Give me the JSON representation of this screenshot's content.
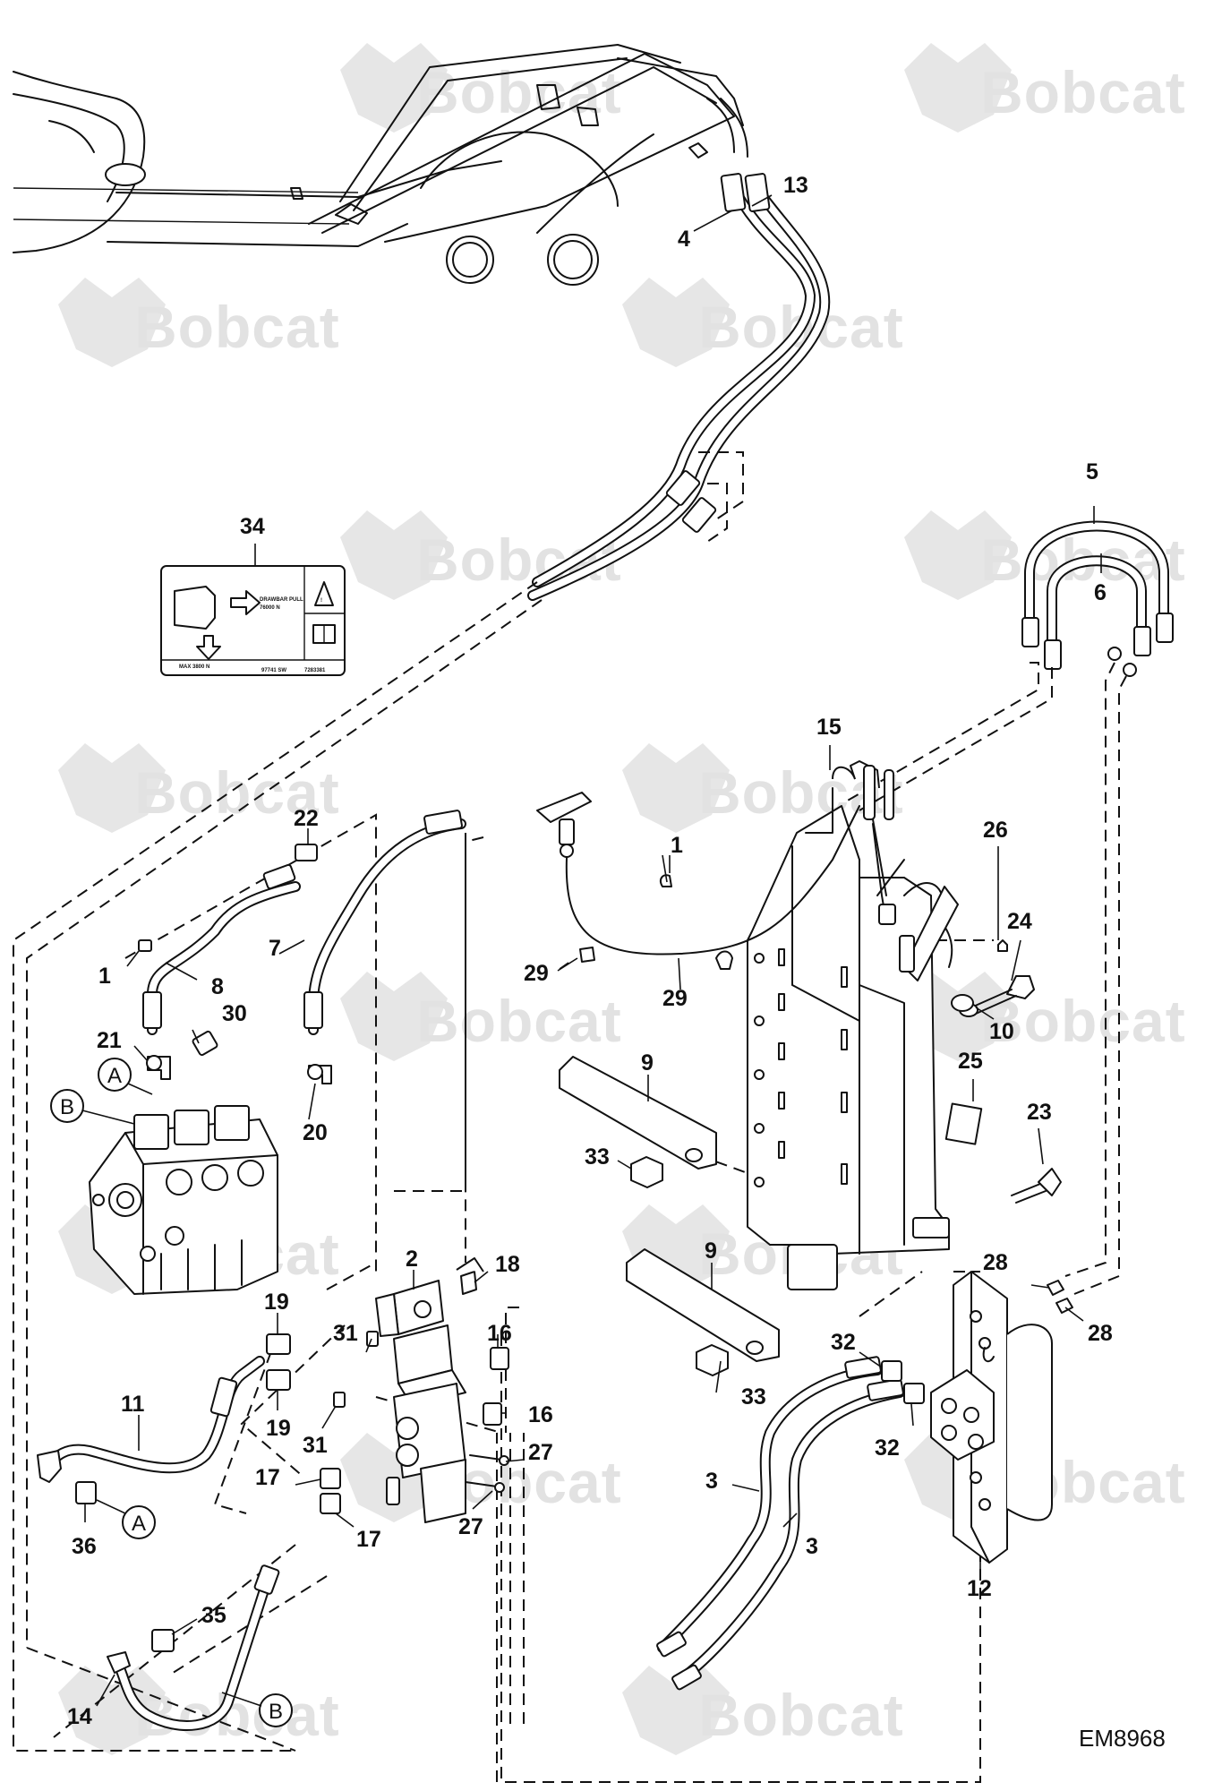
{
  "drawing_code": "EM8968",
  "watermark_brand": "Bobcat",
  "decal": {
    "pull_text": "DRAWBAR PULL",
    "pull_value": "76000 N",
    "max_text": "MAX 3800 N",
    "code_a": "97741 SW",
    "code_b": "7283381"
  },
  "refs": [
    {
      "letter": "A"
    },
    {
      "letter": "B"
    },
    {
      "letter": "A"
    },
    {
      "letter": "B"
    }
  ],
  "callouts": [
    "1",
    "1",
    "2",
    "3",
    "3",
    "4",
    "5",
    "6",
    "7",
    "8",
    "9",
    "9",
    "10",
    "11",
    "12",
    "13",
    "14",
    "15",
    "16",
    "16",
    "17",
    "17",
    "18",
    "19",
    "19",
    "20",
    "21",
    "22",
    "23",
    "24",
    "25",
    "26",
    "27",
    "27",
    "28",
    "28",
    "29",
    "29",
    "30",
    "31",
    "31",
    "32",
    "32",
    "33",
    "33",
    "34",
    "35",
    "36"
  ],
  "colors": {
    "line": "#111111",
    "watermark": "#e2e2e2",
    "background": "#ffffff"
  }
}
